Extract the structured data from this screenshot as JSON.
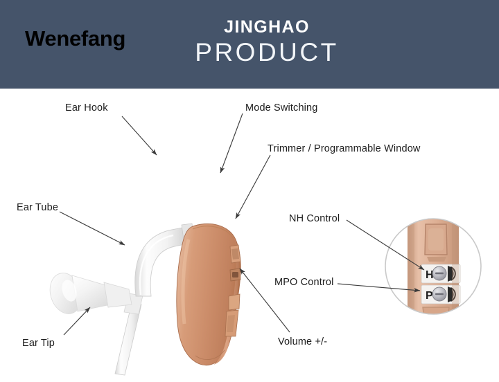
{
  "header": {
    "brand_left": "Wenefang",
    "title_line1": "JINGHAO",
    "title_line2": "PRODUCT",
    "bg_color": "#45546a",
    "brand_left_color": "#000000",
    "title_color": "#ffffff"
  },
  "diagram": {
    "background": "#ffffff",
    "product_colors": {
      "shell_tan": "#cf9272",
      "shell_tan_light": "#e0ae8f",
      "shell_tan_dark": "#b57a5b",
      "tube_white": "#f4f4f4",
      "magnifier_tan": "#d9a88e",
      "leader_line": "#4a4a4a"
    },
    "labels": [
      {
        "id": "ear-hook",
        "text": "Ear Hook"
      },
      {
        "id": "ear-tube",
        "text": "Ear Tube"
      },
      {
        "id": "ear-tip",
        "text": "Ear Tip"
      },
      {
        "id": "mode-switching",
        "text": "Mode Switching"
      },
      {
        "id": "trimmer",
        "text": "Trimmer / Programmable Window"
      },
      {
        "id": "nh-control",
        "text": "NH Control"
      },
      {
        "id": "mpo-control",
        "text": "MPO Control"
      },
      {
        "id": "volume",
        "text": "Volume +/-"
      }
    ],
    "magnifier": {
      "trimmer_top_letter": "H",
      "trimmer_bottom_letter": "P"
    }
  }
}
